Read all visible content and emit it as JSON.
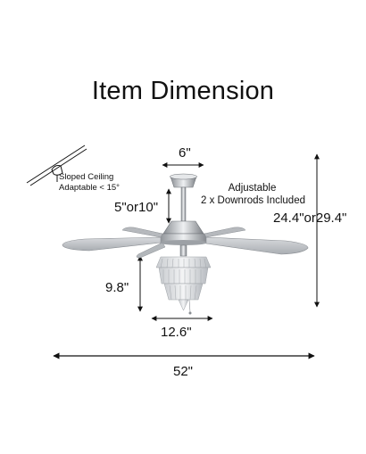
{
  "title": "Item Dimension",
  "dimensions": {
    "canopy_width": "6\"",
    "downrod_length": "5\"or10\"",
    "total_height": "24.4\"or29.4\"",
    "chandelier_height": "9.8\"",
    "chandelier_width": "12.6\"",
    "blade_span": "52\""
  },
  "notes": {
    "sloped_ceiling_line1": "Sloped Ceiling",
    "sloped_ceiling_line2": "Adaptable < 15°",
    "downrods_line1": "Adjustable",
    "downrods_line2": "2 x Downrods Included"
  },
  "colors": {
    "chrome": "#b9bcc0",
    "chrome_dark": "#6f7378",
    "blade": "#c4c7cb",
    "crystal": "#d9dcdf"
  }
}
